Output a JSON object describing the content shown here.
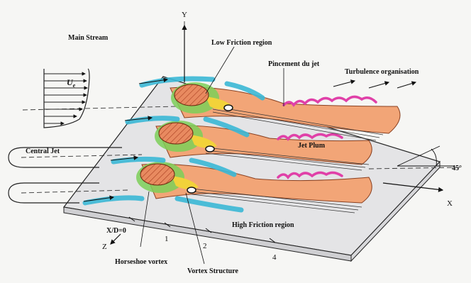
{
  "labels": {
    "main_stream": "Main Stream",
    "ue": "U",
    "ue_sub": "e",
    "low_friction": "Low Friction region",
    "pincement": "Pincement du jet",
    "turbulence": "Turbulence organisation",
    "central_jet": "Central Jet",
    "jet_plum": "Jet Plum",
    "angle": "45°",
    "high_friction": "High Friction region",
    "horseshoe": "Horseshoe vortex",
    "vortex_structure": "Vortex Structure"
  },
  "axes": {
    "x": "X",
    "y": "Y",
    "z": "Z",
    "origin": "X/D=0",
    "ticks": [
      "1",
      "2",
      "4"
    ]
  },
  "colors": {
    "cyan": "#3bb8d6",
    "orange": "#f0a070",
    "magenta": "#e040a8",
    "green": "#7ccf58",
    "yellow": "#f2d23a",
    "hatch": "#c0502a"
  }
}
